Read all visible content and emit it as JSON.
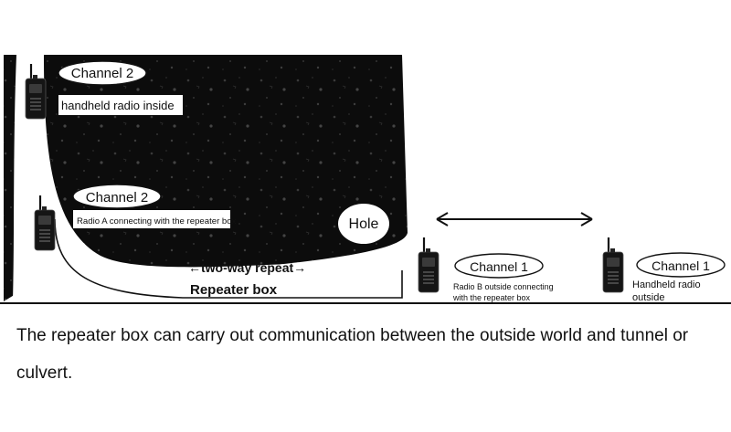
{
  "labels": {
    "channel_top": "Channel 2",
    "handheld_inside": "handheld radio inside",
    "channel_mid": "Channel 2",
    "radio_a": "Radio A connecting with the repeater box",
    "hole": "Hole",
    "two_way": "←two-way repeat→",
    "repeater_box": "Repeater box",
    "channel_outside_b": "Channel 1",
    "radio_b_line1": "Radio B outside connecting",
    "radio_b_line2": "with the repeater box",
    "channel_outside_handheld": "Channel 1",
    "handheld_outside_line1": "Handheld radio",
    "handheld_outside_line2": "outside"
  },
  "caption": {
    "text": "The repeater box can carry out communication between the outside world and tunnel or culvert."
  },
  "icons": {
    "radio": "walkie-talkie-icon",
    "arrow": "double-arrow-icon"
  },
  "colors": {
    "terrain": "#0c0c0c",
    "tunnel": "#ffffff",
    "ink": "#111111"
  }
}
